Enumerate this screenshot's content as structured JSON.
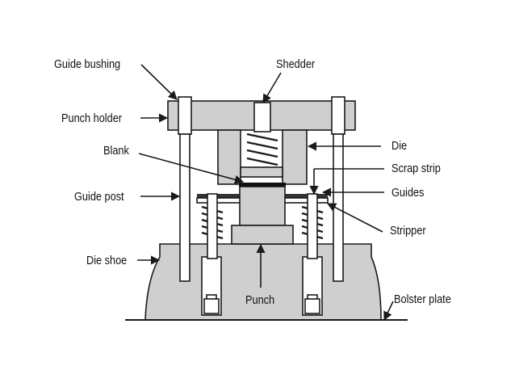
{
  "diagram": {
    "labels": {
      "guide_bushing": "Guide bushing",
      "shedder": "Shedder",
      "punch_holder": "Punch holder",
      "blank": "Blank",
      "die": "Die",
      "scrap_strip": "Scrap strip",
      "guide_post": "Guide post",
      "guides": "Guides",
      "stripper": "Stripper",
      "die_shoe": "Die shoe",
      "punch": "Punch",
      "bolster_plate": "Bolster plate"
    }
  }
}
